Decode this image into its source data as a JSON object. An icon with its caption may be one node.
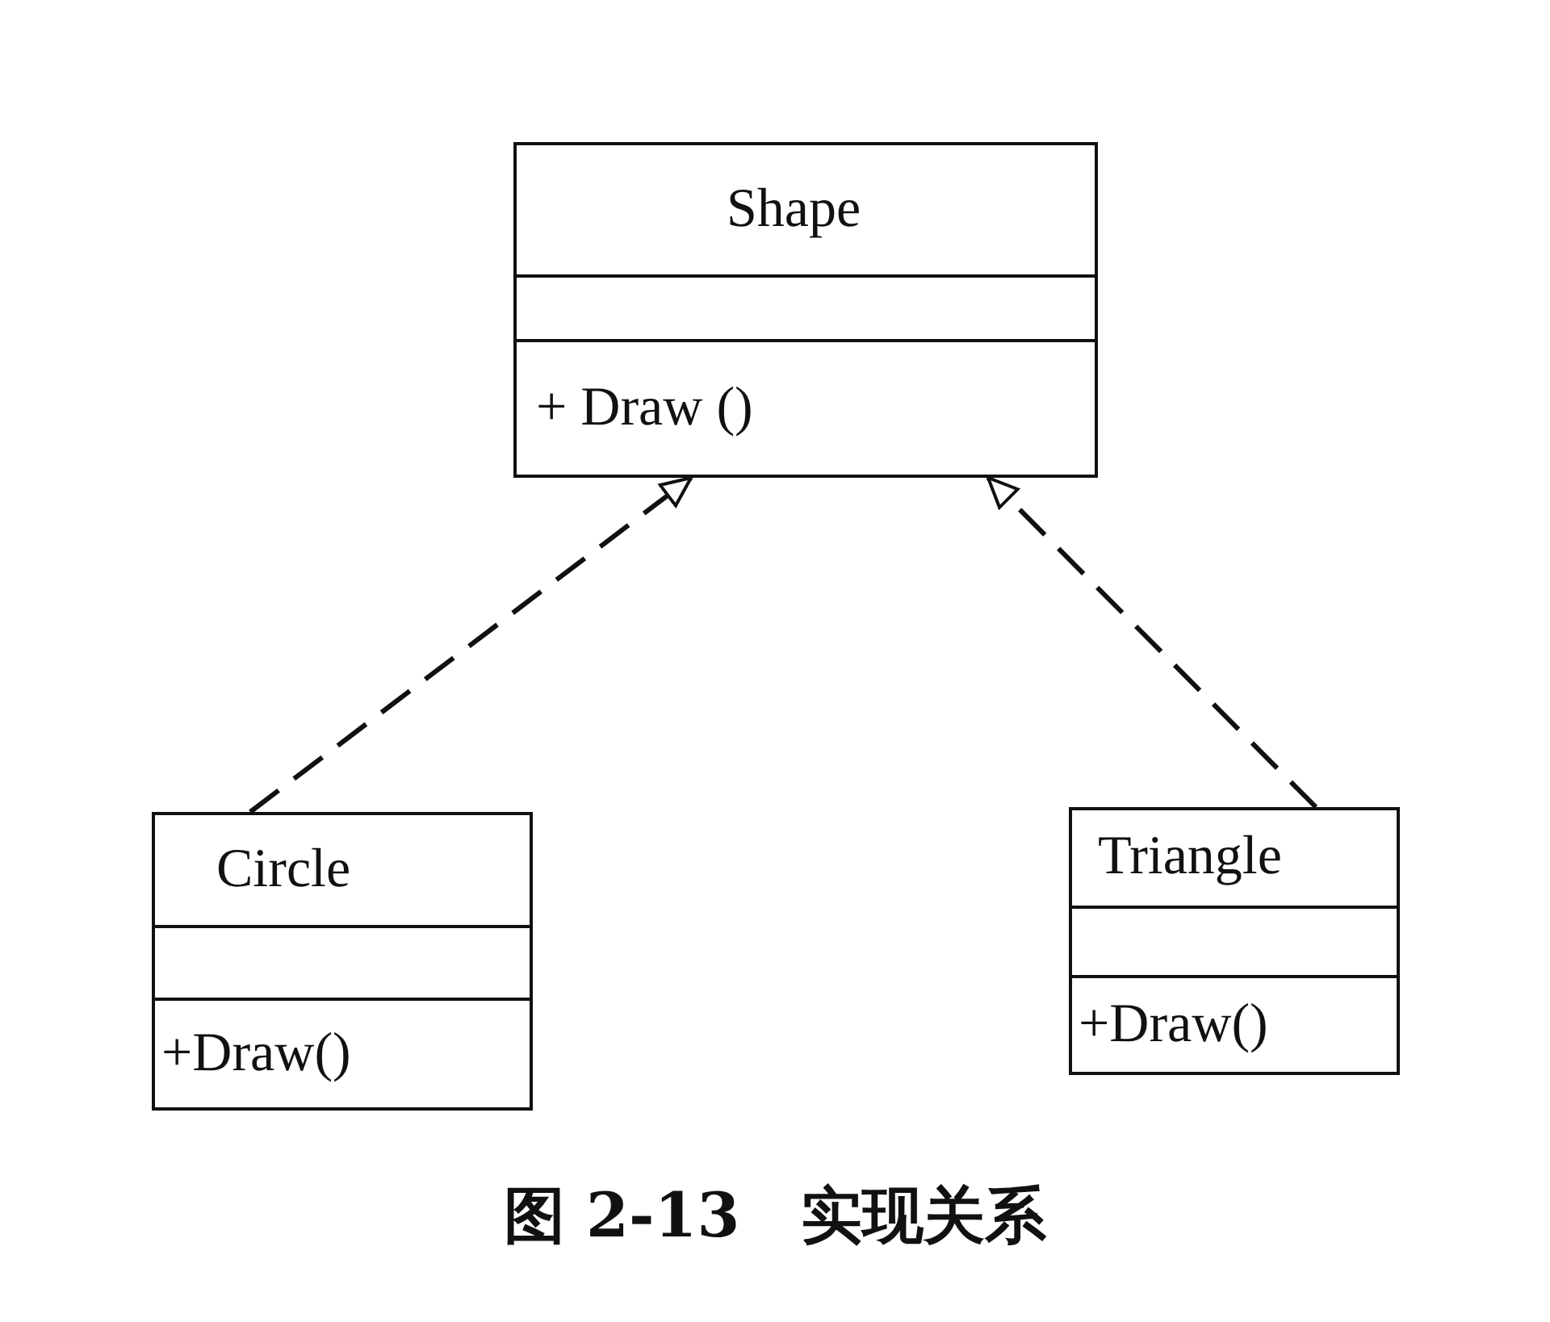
{
  "diagram": {
    "caption": "图 2-13　实现关系",
    "nodes": [
      {
        "text": [
          "Shape",
          "+ Draw ()"
        ]
      },
      {
        "text": [
          "Circle",
          "+Draw()"
        ]
      },
      {
        "text": [
          "Triangle",
          "+Draw()"
        ]
      }
    ],
    "edges": [
      {
        "from": 1,
        "to": 0,
        "arrow": "to",
        "style": "dashed"
      },
      {
        "from": 2,
        "to": 0,
        "arrow": "to",
        "style": "dashed"
      }
    ]
  }
}
